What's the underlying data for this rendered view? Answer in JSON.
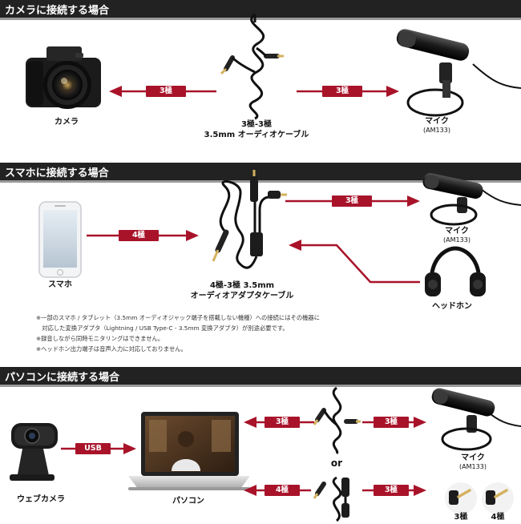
{
  "sections": [
    {
      "title": "カメラに接続する場合"
    },
    {
      "title": "スマホに接続する場合"
    },
    {
      "title": "パソコンに接続する場合"
    }
  ],
  "camera_section": {
    "device_label": "カメラ",
    "cable_label_1": "3極-3極",
    "cable_label_2": "3.5mm オーディオケーブル",
    "left_arrow_label": "3極",
    "right_arrow_label": "3極",
    "mic_label": "マイク",
    "mic_model": "(AM133)"
  },
  "phone_section": {
    "device_label": "スマホ",
    "cable_label_1": "4極-3極 3.5mm",
    "cable_label_2": "オーディオアダプタケーブル",
    "left_arrow_label": "4極",
    "right_arrow_label": "3極",
    "mic_label": "マイク",
    "mic_model": "(AM133)",
    "headphone_label": "ヘッドホン",
    "notes": [
      "※一部のスマホ / タブレット（3.5mm オーディオジャック端子を搭載しない機種）への接続にはその機器に",
      "　対応した変換アダプタ（Lightning / USB Type-C - 3.5mm 変換アダプタ）が別途必要です。",
      "※録音しながら同時モニタリングはできません。",
      "※ヘッドホン出力端子は音声入力に対応しておりません。"
    ]
  },
  "pc_section": {
    "webcam_label": "ウェブカメラ",
    "pc_label": "パソコン",
    "usb_label": "USB",
    "top_left_label": "3極",
    "top_right_label": "3極",
    "bottom_left_label": "4極",
    "bottom_right_label": "3極",
    "or_label": "or",
    "mic_label": "マイク",
    "mic_model": "(AM133)",
    "plug_3_label": "3極",
    "plug_4_label": "4極"
  },
  "colors": {
    "accent_red": "#a8132a",
    "band": "#222222"
  }
}
